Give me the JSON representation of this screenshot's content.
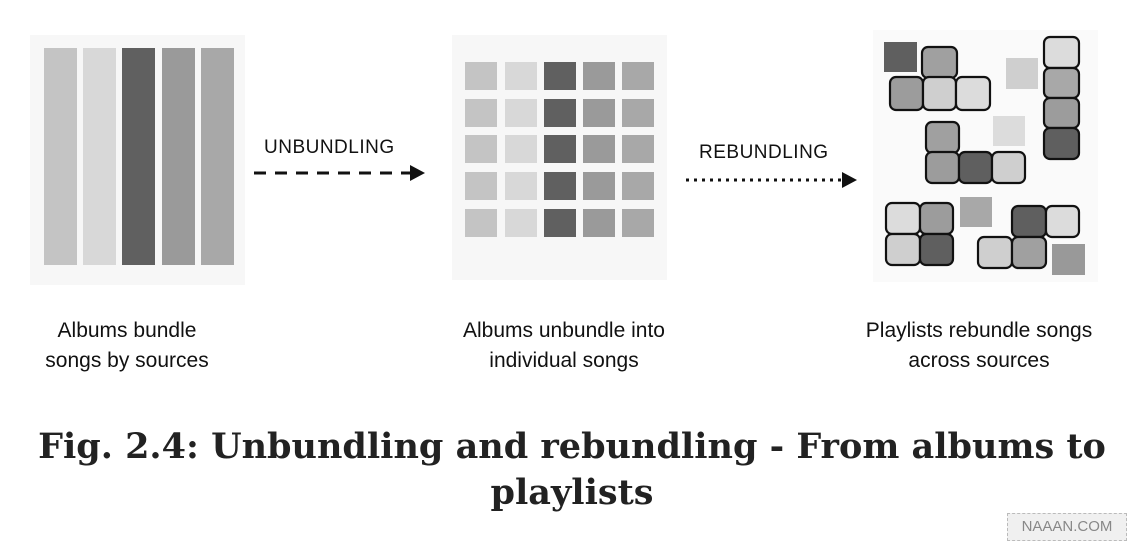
{
  "labels": {
    "unbundling": "UNBUNDLING",
    "rebundling": "REBUNDLING"
  },
  "captions": [
    {
      "line1": "Albums bundle",
      "line2": "songs by sources"
    },
    {
      "line1": "Albums unbundle into",
      "line2": "individual songs"
    },
    {
      "line1": "Playlists rebundle songs",
      "line2": "across sources"
    }
  ],
  "title": {
    "line1": "Fig. 2.4: Unbundling and rebundling - From albums to",
    "line2": "playlists"
  },
  "watermark": "NAAAN.COM",
  "colors": {
    "c1": "#c4c4c4",
    "c2": "#d8d8d8",
    "c3": "#606060",
    "c4": "#9a9a9a",
    "c5": "#a8a8a8"
  }
}
